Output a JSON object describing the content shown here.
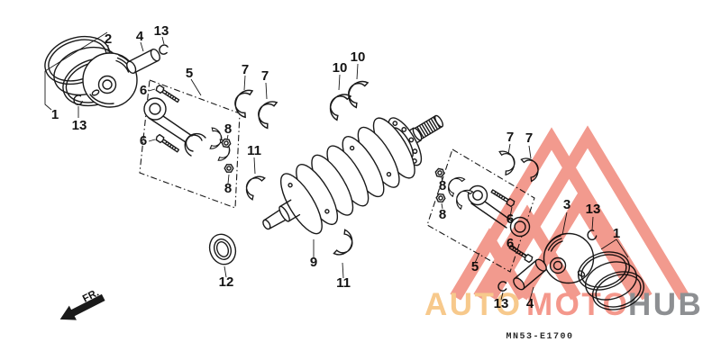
{
  "diagram": {
    "part_code": "MN53-E1700",
    "direction_label": "FR.",
    "part_numbers": {
      "n1": "1",
      "n2": "2",
      "n3": "3",
      "n4": "4",
      "n5": "5",
      "n6": "6",
      "n7": "7",
      "n8": "8",
      "n9": "9",
      "n10": "10",
      "n11": "11",
      "n12": "12",
      "n13": "13"
    }
  },
  "watermark": {
    "brand": {
      "auto": "AUTO",
      "moto": "MOTO",
      "hub": "HUB"
    },
    "colors": {
      "auto": "#F7C98C",
      "moto": "#F4988C",
      "hub": "#8D8F92",
      "triangle": "#F29A8E"
    }
  }
}
